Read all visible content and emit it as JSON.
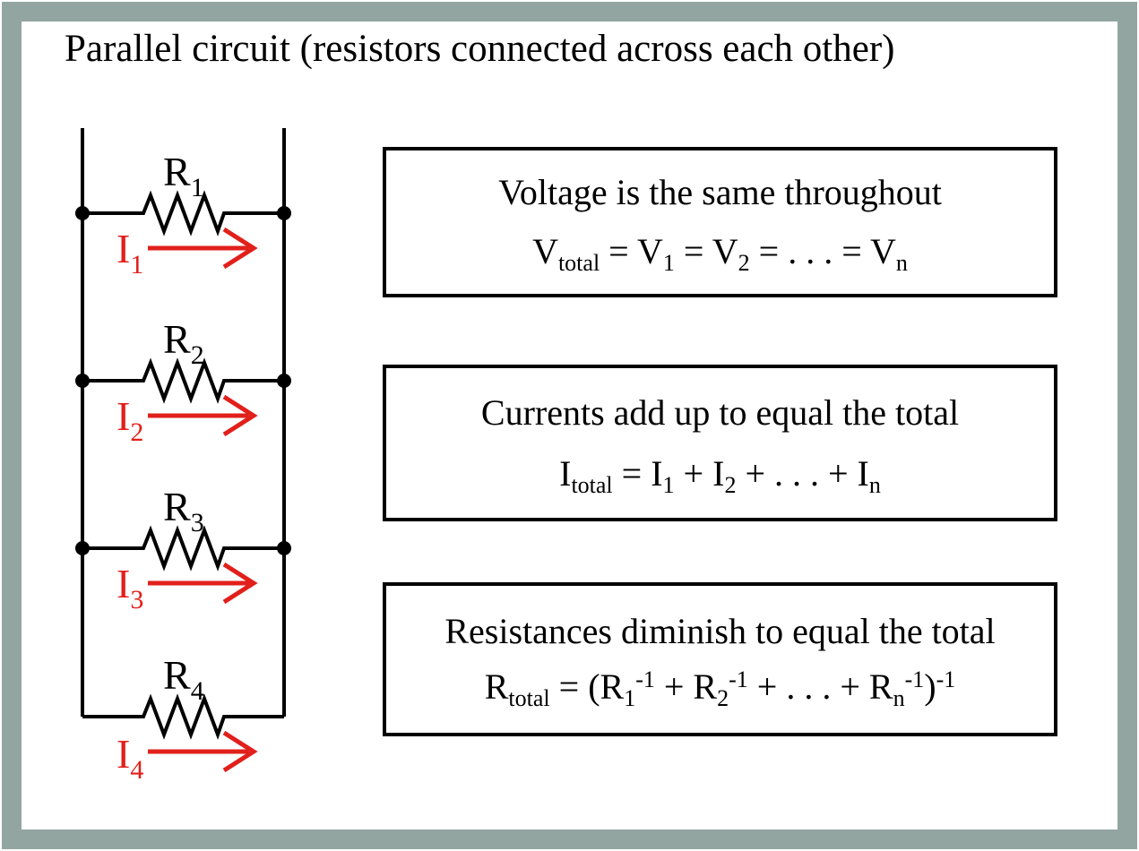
{
  "title": "Parallel circuit (resistors connected across each other)",
  "colors": {
    "frame": "#93a5a1",
    "wire": "#000000",
    "current_arrow": "#e1201b",
    "box_border": "#000000",
    "background": "#ffffff"
  },
  "circuit": {
    "resistors": [
      {
        "name": "R",
        "sub": "1"
      },
      {
        "name": "R",
        "sub": "2"
      },
      {
        "name": "R",
        "sub": "3"
      },
      {
        "name": "R",
        "sub": "4"
      }
    ],
    "currents": [
      {
        "name": "I",
        "sub": "1"
      },
      {
        "name": "I",
        "sub": "2"
      },
      {
        "name": "I",
        "sub": "3"
      },
      {
        "name": "I",
        "sub": "4"
      }
    ]
  },
  "boxes": [
    {
      "title": "Voltage is the same throughout",
      "formula": [
        {
          "t": "text",
          "v": "V"
        },
        {
          "t": "sub",
          "v": "total"
        },
        {
          "t": "text",
          "v": " = V"
        },
        {
          "t": "sub",
          "v": "1"
        },
        {
          "t": "text",
          "v": " = V"
        },
        {
          "t": "sub",
          "v": "2"
        },
        {
          "t": "text",
          "v": " = . . . = V"
        },
        {
          "t": "sub",
          "v": "n"
        }
      ]
    },
    {
      "title": "Currents add up to equal the total",
      "formula": [
        {
          "t": "text",
          "v": "I"
        },
        {
          "t": "sub",
          "v": "total"
        },
        {
          "t": "text",
          "v": " = I"
        },
        {
          "t": "sub",
          "v": "1"
        },
        {
          "t": "text",
          "v": " + I"
        },
        {
          "t": "sub",
          "v": "2"
        },
        {
          "t": "text",
          "v": " + . . . + I"
        },
        {
          "t": "sub",
          "v": "n"
        }
      ]
    },
    {
      "title": "Resistances diminish to equal the total",
      "formula": [
        {
          "t": "text",
          "v": "R"
        },
        {
          "t": "sub",
          "v": "total"
        },
        {
          "t": "text",
          "v": " = (R"
        },
        {
          "t": "sub",
          "v": "1"
        },
        {
          "t": "sup",
          "v": "-1"
        },
        {
          "t": "text",
          "v": " + R"
        },
        {
          "t": "sub",
          "v": "2"
        },
        {
          "t": "sup",
          "v": "-1"
        },
        {
          "t": "text",
          "v": " + . . . + R"
        },
        {
          "t": "sub",
          "v": "n"
        },
        {
          "t": "sup",
          "v": "-1"
        },
        {
          "t": "text",
          "v": ")"
        },
        {
          "t": "sup",
          "v": "-1"
        }
      ]
    }
  ]
}
